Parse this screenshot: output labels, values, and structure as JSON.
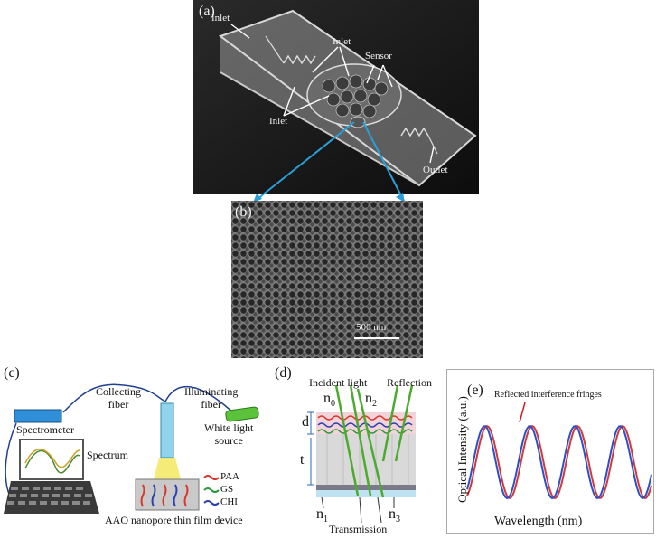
{
  "panel_a": {
    "label": "(a)",
    "annotations": [
      "Inlet",
      "Inlet",
      "Sensor",
      "Inlet",
      "Outlet"
    ]
  },
  "panel_b": {
    "label": "(b)",
    "scale_bar": "500 nm"
  },
  "panel_c": {
    "label": "(c)",
    "collecting_fiber": [
      "Collecting",
      "fiber"
    ],
    "illuminating_fiber": [
      "Illuminating",
      "fiber"
    ],
    "white_light_source": [
      "White light",
      "source"
    ],
    "spectrometer": "Spectrometer",
    "spectrum": "Spectrum",
    "device": "AAO nanopore thin film device",
    "legend": [
      {
        "name": "PAA",
        "color": "#d9352a"
      },
      {
        "name": "GS",
        "color": "#2a9a3a"
      },
      {
        "name": "CHI",
        "color": "#2b3fb0"
      }
    ]
  },
  "panel_d": {
    "label": "(d)",
    "incident": "Incident light",
    "reflection": "Reflection",
    "transmission": "Transmission",
    "n0": "n",
    "n0_sub": "0",
    "n1": "n",
    "n1_sub": "1",
    "n2": "n",
    "n2_sub": "2",
    "n3": "n",
    "n3_sub": "3",
    "d": "d",
    "t": "t"
  },
  "panel_e": {
    "label": "(e)",
    "annotation": "Reflected interference fringes",
    "ylabel": "Optical Intensity (a.u.)",
    "xlabel": "Wavelength (nm)",
    "series_colors": [
      "#d23a3a",
      "#2e4fc4"
    ]
  },
  "colors": {
    "link": "#2a9fd6",
    "cell": "#8fd4ea"
  }
}
